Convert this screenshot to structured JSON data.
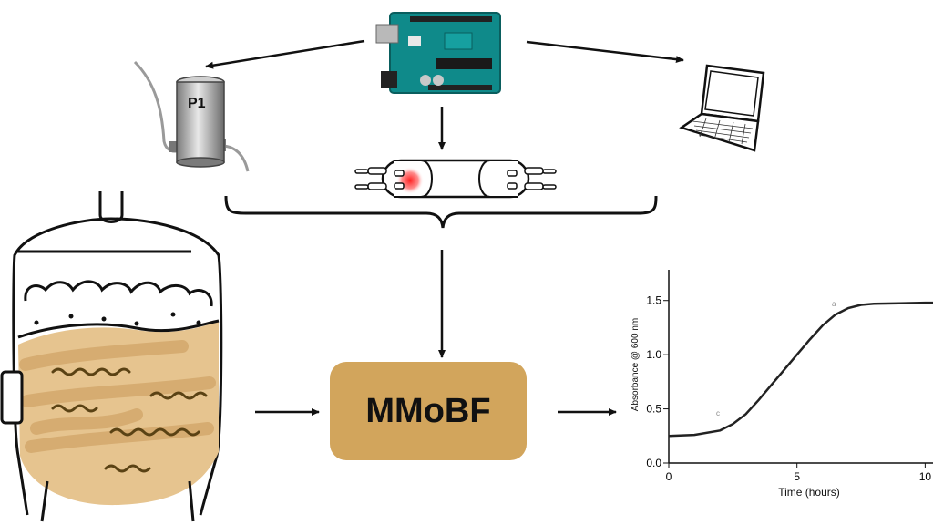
{
  "pump": {
    "label": "P1"
  },
  "process_box": {
    "label": "MMoBF",
    "color": "#d2a55c"
  },
  "colors": {
    "culture": "#e6c48f",
    "culture_dark": "#c9995a",
    "microbe": "#5a4214",
    "led": "#ff3b3b",
    "board": "#0f8a8a"
  },
  "chart_data": {
    "type": "line",
    "xlabel": "Time (hours)",
    "ylabel": "Absorbance @ 600 nm",
    "xlim": [
      0,
      11
    ],
    "ylim": [
      0,
      1.75
    ],
    "x_ticks": [
      "0",
      "5",
      "10"
    ],
    "y_ticks": [
      "0.0",
      "0.5",
      "1.0",
      "1.5"
    ],
    "series": [
      {
        "x": [
          0,
          1,
          2,
          2.5,
          3,
          3.5,
          4,
          4.5,
          5,
          5.5,
          6,
          6.5,
          7,
          7.5,
          8,
          9,
          10,
          11
        ],
        "y": [
          0.25,
          0.26,
          0.3,
          0.36,
          0.45,
          0.58,
          0.72,
          0.86,
          1.0,
          1.14,
          1.27,
          1.37,
          1.43,
          1.46,
          1.47,
          1.475,
          1.48,
          1.48
        ]
      }
    ],
    "annotations": [
      "c",
      "a"
    ],
    "grid": false
  }
}
